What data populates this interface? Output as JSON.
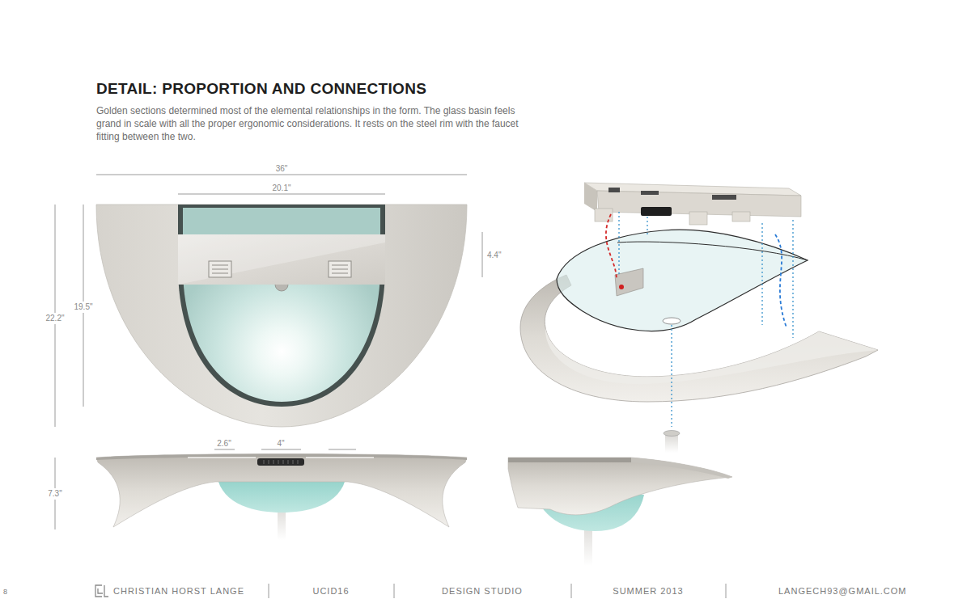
{
  "diagram": {
    "title": "DETAIL: PROPORTION AND CONNECTIONS",
    "labels": [
      "Golden sections determined most of the elemental relationships in the form. The glass basin feels grand in scale with all the proper ergonomic considerations. It rests on the steel rim with the faucet fitting between the two.",
      "36\"",
      "20.1\"",
      "4.4\"",
      "19.5\"",
      "22.2\"",
      "2.6\"",
      "4\"",
      "7.3\"",
      "8",
      "CHRISTIAN HORST LANGE",
      "UCID16",
      "DESIGN STUDIO",
      "SUMMER 2013",
      "LANGECH93@GMAIL.COM"
    ]
  }
}
